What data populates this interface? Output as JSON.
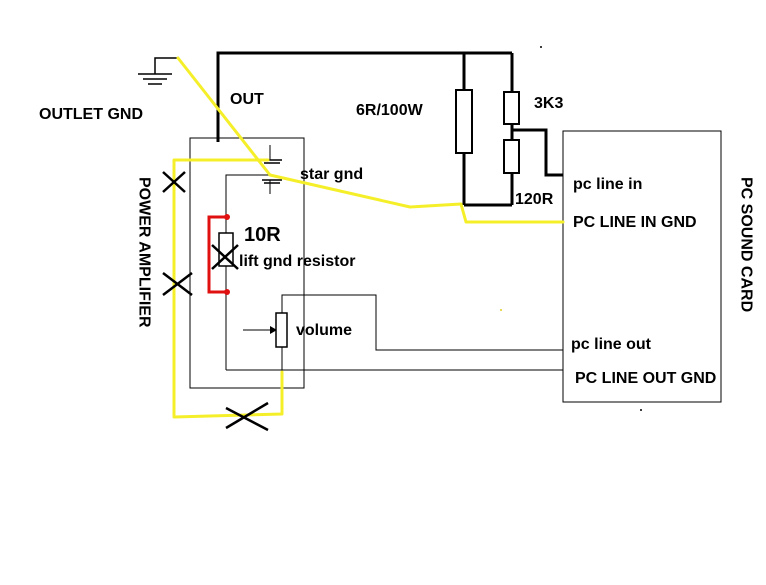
{
  "labels": {
    "outlet_gnd": "OUTLET GND",
    "out": "OUT",
    "load_resistor": "6R/100W",
    "r_3k3": "3K3",
    "r_120": "120R",
    "star_gnd": "star gnd",
    "r_10": "10R",
    "lift_gnd_resistor": "lift gnd resistor",
    "volume": "volume",
    "power_amplifier": "POWER AMPLIFIER",
    "pc_sound_card": "PC SOUND CARD",
    "pc_line_in": "pc line in",
    "pc_line_in_gnd": "PC LINE IN GND",
    "pc_line_out": "pc line out",
    "pc_line_out_gnd": "PC LINE OUT GND"
  },
  "colors": {
    "wire": "#000000",
    "ground_wire": "#f5ef2a",
    "bracket": "#e01010",
    "background": "#ffffff"
  }
}
